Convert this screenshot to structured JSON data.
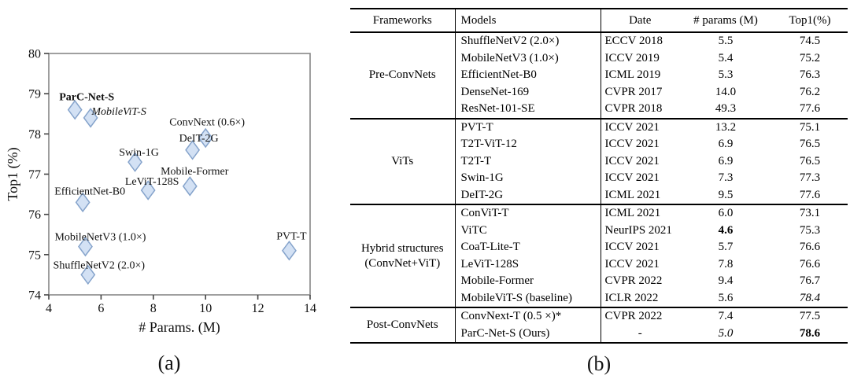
{
  "captions": {
    "a": "(a)",
    "b": "(b)"
  },
  "chart_data": {
    "type": "scatter",
    "xlabel": "# Params. (M)",
    "ylabel": "Top1 (%)",
    "xlim": [
      4,
      14
    ],
    "ylim": [
      74,
      80
    ],
    "xticks": [
      "4",
      "6",
      "8",
      "10",
      "12",
      "14"
    ],
    "yticks": [
      "74",
      "75",
      "76",
      "77",
      "78",
      "79",
      "80"
    ],
    "grid": false,
    "marker": "diamond",
    "marker_fill": "#d3e1f4",
    "marker_stroke": "#85a3cb",
    "box_stroke": "#878787",
    "points": [
      {
        "label": "ParC-Net-S",
        "x": 5.0,
        "y": 78.6,
        "style": "bold",
        "dx": 15,
        "dy": -12
      },
      {
        "label": "MobileViT-S",
        "x": 5.6,
        "y": 78.4,
        "style": "italic",
        "dx": 36,
        "dy": -4
      },
      {
        "label": "ConvNext (0.6×)",
        "x": 10.0,
        "y": 77.9,
        "style": "",
        "dx": 2,
        "dy": -16
      },
      {
        "label": "DeIT-2G",
        "x": 9.5,
        "y": 77.6,
        "style": "",
        "dx": 8,
        "dy": -11
      },
      {
        "label": "Swin-1G",
        "x": 7.3,
        "y": 77.3,
        "style": "",
        "dx": 5,
        "dy": -8
      },
      {
        "label": "Mobile-Former",
        "x": 9.4,
        "y": 76.7,
        "style": "",
        "dx": 6,
        "dy": -15
      },
      {
        "label": "LeViT-128S",
        "x": 7.8,
        "y": 76.6,
        "style": "",
        "dx": 5,
        "dy": -7
      },
      {
        "label": "EfficientNet-B0",
        "x": 5.3,
        "y": 76.3,
        "style": "",
        "dx": 9,
        "dy": -10
      },
      {
        "label": "MobileNetV3 (1.0×)",
        "x": 5.4,
        "y": 75.2,
        "style": "",
        "dx": 19,
        "dy": -8
      },
      {
        "label": "PVT-T",
        "x": 13.2,
        "y": 75.1,
        "style": "",
        "dx": 3,
        "dy": -14
      },
      {
        "label": "ShuffleNetV2 (2.0×)",
        "x": 5.5,
        "y": 74.5,
        "style": "",
        "dx": 14,
        "dy": -8
      }
    ]
  },
  "table": {
    "headers": [
      "Frameworks",
      "Models",
      "Date",
      "# params (M)",
      "Top1(%)"
    ],
    "groups": [
      {
        "framework": "Pre-ConvNets",
        "rows": [
          {
            "model": "ShuffleNetV2 (2.0×)",
            "date": "ECCV 2018",
            "params": "5.5",
            "top1": "74.5"
          },
          {
            "model": "MobileNetV3 (1.0×)",
            "date": "ICCV 2019",
            "params": "5.4",
            "top1": "75.2"
          },
          {
            "model": "EfficientNet-B0",
            "date": "ICML 2019",
            "params": "5.3",
            "top1": "76.3"
          },
          {
            "model": "DenseNet-169",
            "date": "CVPR 2017",
            "params": "14.0",
            "top1": "76.2"
          },
          {
            "model": "ResNet-101-SE",
            "date": "CVPR 2018",
            "params": "49.3",
            "top1": "77.6"
          }
        ]
      },
      {
        "framework": "ViTs",
        "rows": [
          {
            "model": "PVT-T",
            "date": "ICCV 2021",
            "params": "13.2",
            "top1": "75.1"
          },
          {
            "model": "T2T-ViT-12",
            "date": "ICCV 2021",
            "params": "6.9",
            "top1": "76.5"
          },
          {
            "model": "T2T-T",
            "date": "ICCV 2021",
            "params": "6.9",
            "top1": "76.5"
          },
          {
            "model": "Swin-1G",
            "date": "ICCV 2021",
            "params": "7.3",
            "top1": "77.3"
          },
          {
            "model": "DeIT-2G",
            "date": "ICML 2021",
            "params": "9.5",
            "top1": "77.6"
          }
        ]
      },
      {
        "framework": "Hybrid structures (ConvNet+ViT)",
        "rows": [
          {
            "model": "ConViT-T",
            "date": "ICML 2021",
            "params": "6.0",
            "top1": "73.1"
          },
          {
            "model": "ViTC",
            "date": "NeurIPS 2021",
            "params": "4.6",
            "params_style": "b",
            "top1": "75.3"
          },
          {
            "model": "CoaT-Lite-T",
            "date": "ICCV 2021",
            "params": "5.7",
            "top1": "76.6"
          },
          {
            "model": "LeViT-128S",
            "date": "ICCV 2021",
            "params": "7.8",
            "top1": "76.6"
          },
          {
            "model": "Mobile-Former",
            "date": "CVPR 2022",
            "params": "9.4",
            "top1": "76.7"
          },
          {
            "model": "MobileViT-S (baseline)",
            "date": "ICLR 2022",
            "params": "5.6",
            "top1": "78.4",
            "top1_style": "i"
          }
        ]
      },
      {
        "framework": "Post-ConvNets",
        "rows": [
          {
            "model": "ConvNext-T (0.5 ×)*",
            "date": "CVPR 2022",
            "params": "7.4",
            "top1": "77.5"
          },
          {
            "model": "ParC-Net-S  (Ours)",
            "date": "-",
            "params": "5.0",
            "params_style": "i",
            "top1": "78.6",
            "top1_style": "b"
          }
        ]
      }
    ]
  }
}
